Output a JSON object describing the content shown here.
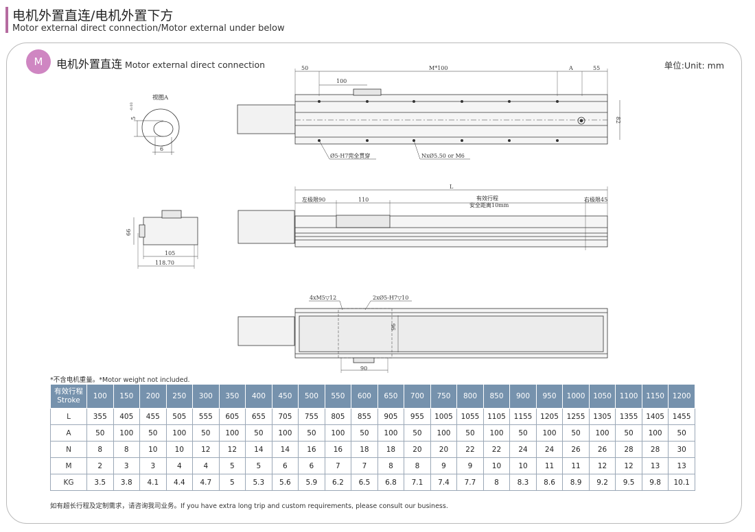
{
  "header": {
    "title": "电机外置直连/电机外置下方",
    "subtitle": "Motor external direct connection/Motor external under below"
  },
  "section": {
    "badge": "M",
    "title_cn": "电机外置直连",
    "title_en": "Motor external direct connection",
    "unit": "单位:Unit: mm"
  },
  "drawing": {
    "view_a": "视图A",
    "view_a_dim_h": "5",
    "view_a_dim_tol": "-0.03",
    "view_a_dim_w": "6",
    "top_dims": [
      "50",
      "M*100",
      "A",
      "55",
      "100"
    ],
    "top_height": "82",
    "note_hole": "Ø5-H7完全贯穿",
    "note_screw": "NxØ5.50 or M6",
    "side_total": "L",
    "side_left_limit": "左极限90",
    "side_carriage": "110",
    "side_stroke": "有效行程",
    "side_safety": "安全距离10mm",
    "side_right_limit": "右极限45",
    "end_height": "66",
    "end_width1": "105",
    "end_width2": "118.70",
    "bottom_note1": "4xM5▽12",
    "bottom_note2": "2xØ5-H7▽10",
    "bottom_height": "96",
    "bottom_width": "90"
  },
  "notes": {
    "motor_weight": "*不含电机重量。*Motor weight not included.",
    "custom": "如有超长行程及定制需求，请咨询我司业务。If you have extra long trip and custom requirements, please consult our business."
  },
  "table": {
    "header_cn": "有效行程",
    "header_en": "Stroke",
    "strokes": [
      "100",
      "150",
      "200",
      "250",
      "300",
      "350",
      "400",
      "450",
      "500",
      "550",
      "600",
      "650",
      "700",
      "750",
      "800",
      "850",
      "900",
      "950",
      "1000",
      "1050",
      "1100",
      "1150",
      "1200"
    ],
    "rows": [
      {
        "label": "L",
        "values": [
          "355",
          "405",
          "455",
          "505",
          "555",
          "605",
          "655",
          "705",
          "755",
          "805",
          "855",
          "905",
          "955",
          "1005",
          "1055",
          "1105",
          "1155",
          "1205",
          "1255",
          "1305",
          "1355",
          "1405",
          "1455"
        ]
      },
      {
        "label": "A",
        "values": [
          "50",
          "100",
          "50",
          "100",
          "50",
          "100",
          "50",
          "100",
          "50",
          "100",
          "50",
          "100",
          "50",
          "100",
          "50",
          "100",
          "50",
          "100",
          "50",
          "100",
          "50",
          "100",
          "50"
        ]
      },
      {
        "label": "N",
        "values": [
          "8",
          "8",
          "10",
          "10",
          "12",
          "12",
          "14",
          "14",
          "16",
          "16",
          "18",
          "18",
          "20",
          "20",
          "22",
          "22",
          "24",
          "24",
          "26",
          "26",
          "28",
          "28",
          "30"
        ]
      },
      {
        "label": "M",
        "values": [
          "2",
          "3",
          "3",
          "4",
          "4",
          "5",
          "5",
          "6",
          "6",
          "7",
          "7",
          "8",
          "8",
          "9",
          "9",
          "10",
          "10",
          "11",
          "11",
          "12",
          "12",
          "13",
          "13"
        ]
      },
      {
        "label": "KG",
        "values": [
          "3.5",
          "3.8",
          "4.1",
          "4.4",
          "4.7",
          "5",
          "5.3",
          "5.6",
          "5.9",
          "6.2",
          "6.5",
          "6.8",
          "7.1",
          "7.4",
          "7.7",
          "8",
          "8.3",
          "8.6",
          "8.9",
          "9.2",
          "9.5",
          "9.8",
          "10.1"
        ]
      }
    ]
  }
}
